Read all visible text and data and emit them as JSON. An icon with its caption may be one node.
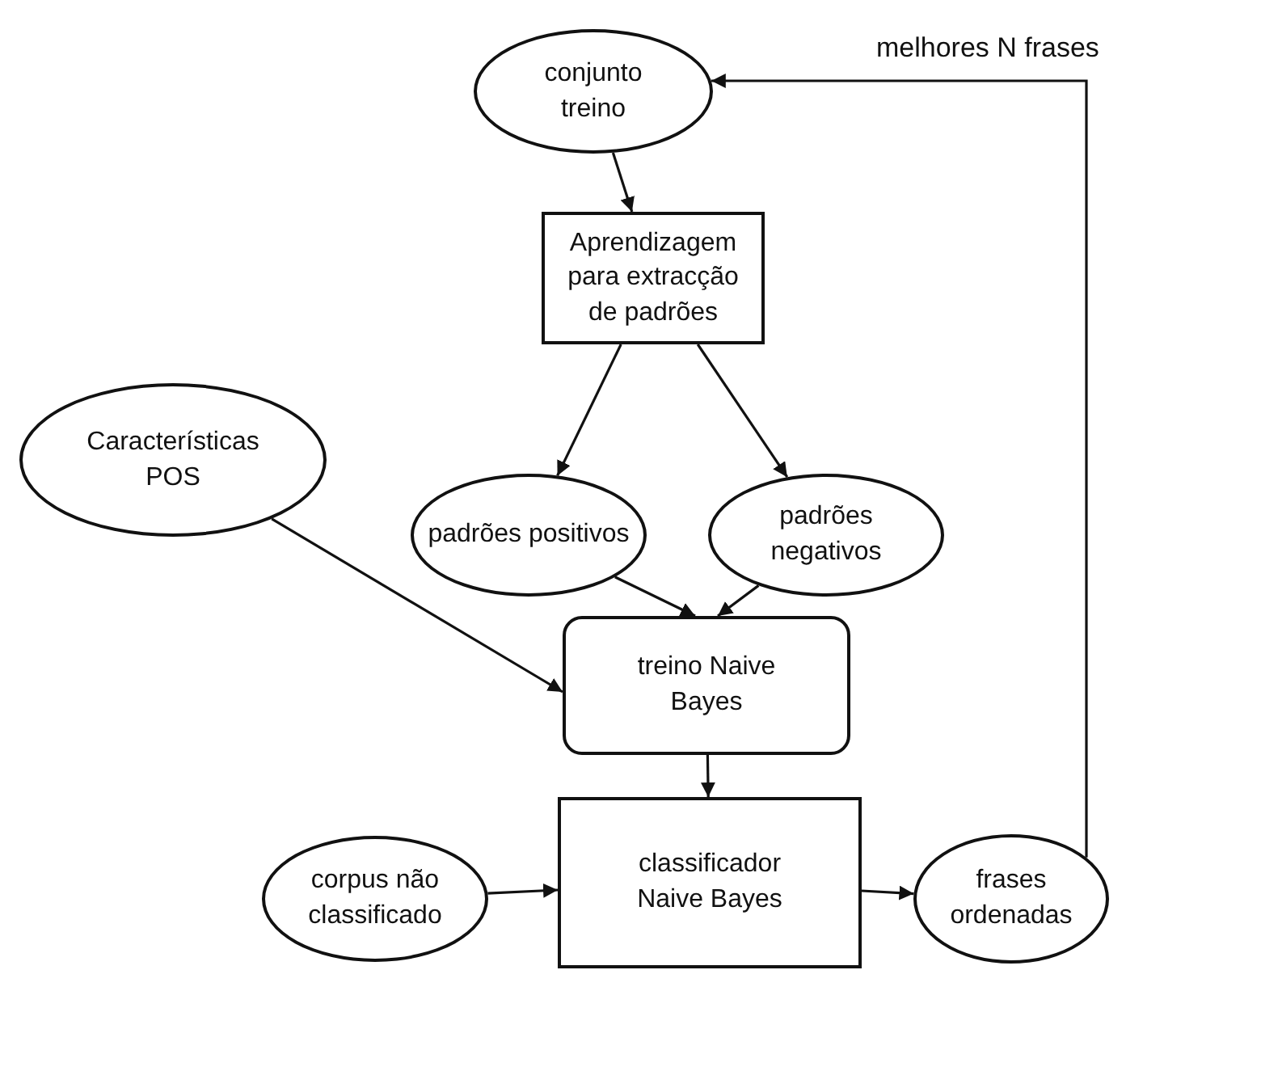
{
  "diagram": {
    "nodes": [
      {
        "text": [
          "conjunto treino"
        ]
      },
      {
        "text": [
          "Aprendizagem para extracção de padrões"
        ]
      },
      {
        "text": [
          "padrões positivos"
        ]
      },
      {
        "text": [
          "padrões negativos"
        ]
      },
      {
        "text": [
          "Características POS"
        ]
      },
      {
        "text": [
          "treino Naive Bayes"
        ]
      },
      {
        "text": [
          "classificador Naive Bayes"
        ]
      },
      {
        "text": [
          "corpus não classificado"
        ]
      },
      {
        "text": [
          "frases ordenadas"
        ]
      }
    ],
    "edges": [
      {
        "from": 0,
        "to": 1,
        "arrow": "to"
      },
      {
        "from": 1,
        "to": 2,
        "arrow": "to"
      },
      {
        "from": 1,
        "to": 3,
        "arrow": "to"
      },
      {
        "from": 2,
        "to": 5,
        "arrow": "to"
      },
      {
        "from": 3,
        "to": 5,
        "arrow": "to"
      },
      {
        "from": 4,
        "to": 5,
        "arrow": "to"
      },
      {
        "from": 5,
        "to": 6,
        "arrow": "to"
      },
      {
        "from": 7,
        "to": 6,
        "arrow": "to"
      },
      {
        "from": 6,
        "to": 8,
        "arrow": "to"
      },
      {
        "from": 8,
        "to": 0,
        "arrow": "to",
        "label": "melhores N frases"
      }
    ]
  }
}
